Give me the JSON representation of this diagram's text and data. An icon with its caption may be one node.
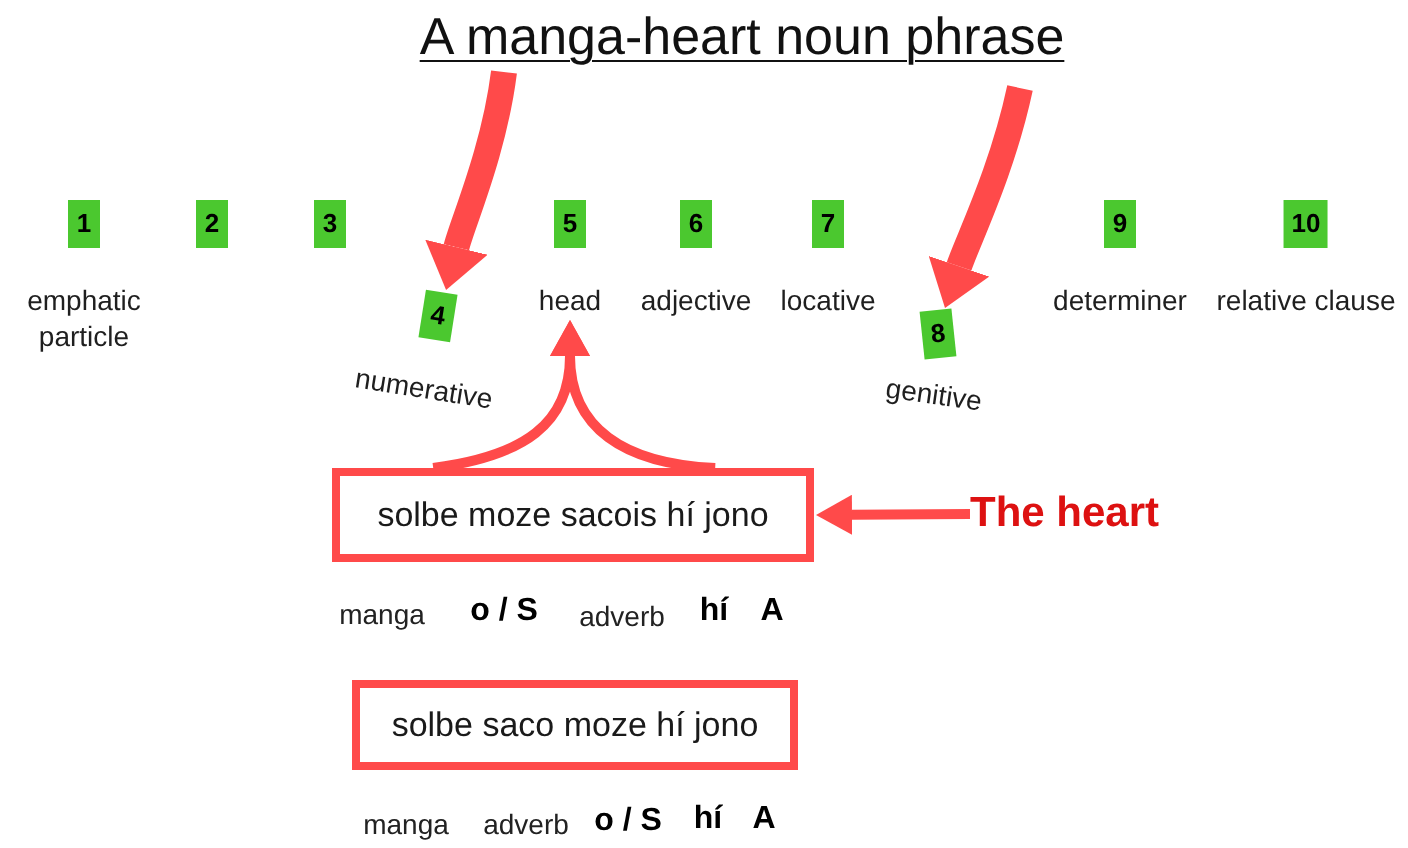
{
  "diagram": {
    "title": "A manga-heart noun phrase",
    "nodes": [
      {
        "text": [
          "1",
          "emphatic particle"
        ]
      },
      {
        "text": [
          "2"
        ]
      },
      {
        "text": [
          "3"
        ]
      },
      {
        "text": [
          "4",
          "numerative"
        ]
      },
      {
        "text": [
          "5",
          "head"
        ]
      },
      {
        "text": [
          "6",
          "adjective"
        ]
      },
      {
        "text": [
          "7",
          "locative"
        ]
      },
      {
        "text": [
          "8",
          "genitive"
        ]
      },
      {
        "text": [
          "9",
          "determiner"
        ]
      },
      {
        "text": [
          "10",
          "relative clause"
        ]
      },
      {
        "text": [
          "solbe moze sacois hí jono"
        ]
      },
      {
        "text": [
          "The heart"
        ]
      },
      {
        "text": [
          "solbe saco moze hí jono"
        ]
      }
    ],
    "edges": [
      {
        "from": null,
        "to": 3,
        "arrow": "to",
        "style": "thick"
      },
      {
        "from": null,
        "to": 7,
        "arrow": "to",
        "style": "thick"
      },
      {
        "from": 10,
        "to": 4,
        "arrow": "to"
      },
      {
        "from": 10,
        "to": 4,
        "arrow": "to"
      },
      {
        "from": 11,
        "to": 10,
        "arrow": "to"
      }
    ],
    "labels": [
      "manga",
      "o / S",
      "adverb",
      "hí",
      "A",
      "manga",
      "adverb",
      "o / S",
      "hí",
      "A"
    ]
  }
}
